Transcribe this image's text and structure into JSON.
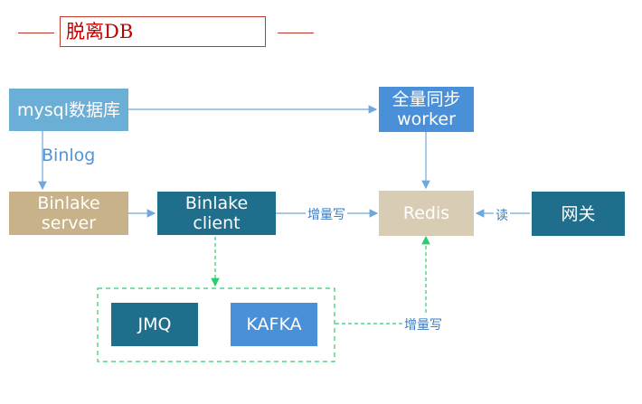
{
  "title": "脱离DB",
  "colors": {
    "title": "#c00000",
    "light_blue": "#6baed6",
    "mid_blue": "#4a90d9",
    "teal": "#1f6e8c",
    "tan": "#c8b28a",
    "beige": "#d9ccb4",
    "dashed_green": "#2ecc71",
    "arrow": "#6fa8dc"
  },
  "nodes": {
    "mysql": "mysql数据库",
    "full_sync": "全量同步\nworker",
    "binlake_server": "Binlake\nserver",
    "binlake_client": "Binlake\nclient",
    "redis": "Redis",
    "gateway": "网关",
    "jmq": "JMQ",
    "kafka": "KAFKA"
  },
  "edges": {
    "binlog": "Binlog",
    "incremental_write_1": "增量写",
    "read": "读",
    "incremental_write_2": "增量写"
  }
}
